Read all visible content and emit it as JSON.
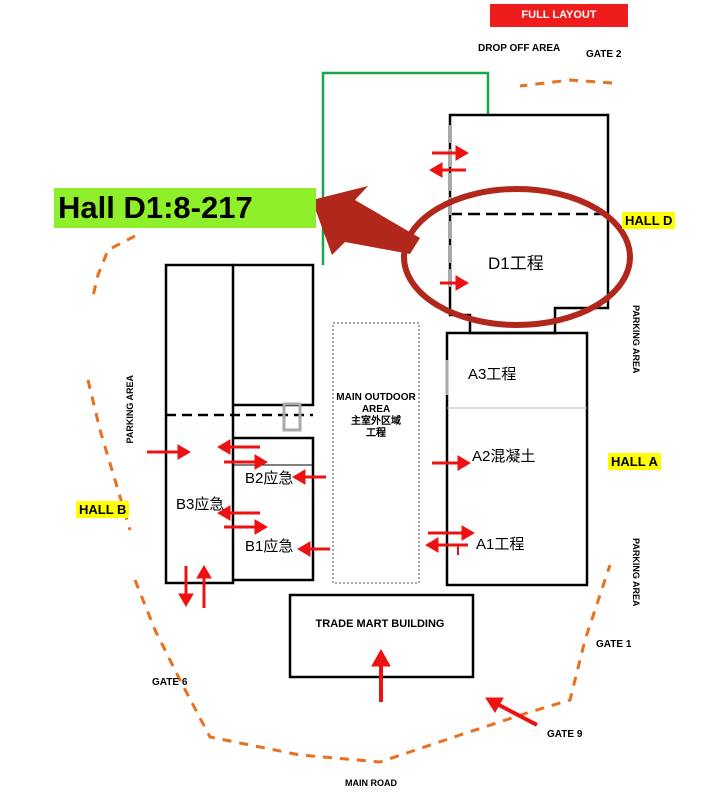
{
  "header": {
    "full_layout_label": "FULL LAYOUT"
  },
  "hall_callout": {
    "title": "Hall D1:8-217"
  },
  "labels": {
    "drop_off_area": "DROP OFF AREA",
    "gate_2": "GATE 2",
    "gate_1": "GATE 1",
    "gate_6": "GATE 6",
    "gate_9": "GATE 9",
    "main_road": "MAIN ROAD",
    "hall_d": "HALL D",
    "hall_a": "HALL A",
    "hall_b": "HALL B",
    "parking_area": "PARKING AREA",
    "main_outdoor_area": "MAIN OUTDOOR AREA",
    "main_outdoor_area_cn": "主室外区域",
    "main_outdoor_area_cn2": "工程",
    "trade_mart_building": "TRADE MART BUILDING"
  },
  "zones": {
    "d1": "D1工程",
    "a3": "A3工程",
    "a2": "A2混凝土",
    "a1": "A1工程",
    "b3": "B3应急",
    "b2": "B2应急",
    "b1": "B1应急"
  },
  "colors": {
    "highlight_green": "#8ef02a",
    "label_yellow": "#ffff00",
    "banner_red": "#ef1c1c",
    "circle_red": "#b1271b",
    "arrow_red": "#ee1111",
    "route_orange": "#e8701e",
    "fence_green": "#1aa64a"
  }
}
